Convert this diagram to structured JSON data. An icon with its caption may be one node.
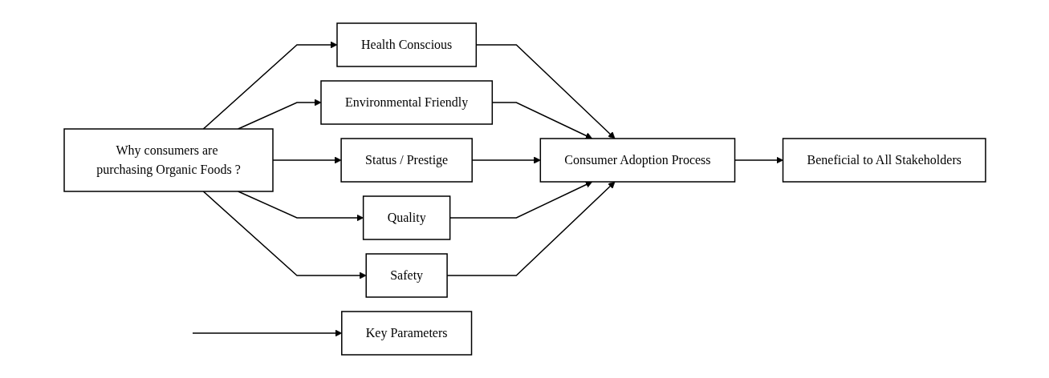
{
  "diagram": {
    "nodes": [
      {
        "text": [
          "Why consumers are purchasing Organic Foods ?"
        ]
      },
      {
        "text": [
          "Health Conscious"
        ]
      },
      {
        "text": [
          "Environmental Friendly"
        ]
      },
      {
        "text": [
          "Status / Prestige"
        ]
      },
      {
        "text": [
          "Quality"
        ]
      },
      {
        "text": [
          "Safety"
        ]
      },
      {
        "text": [
          "Consumer Adoption Process"
        ]
      },
      {
        "text": [
          "Beneficial to All Stakeholders"
        ]
      },
      {
        "text": [
          "Key Parameters"
        ]
      }
    ],
    "edges": [
      {
        "from": 0,
        "to": 1,
        "arrow": "to"
      },
      {
        "from": 0,
        "to": 2,
        "arrow": "to"
      },
      {
        "from": 0,
        "to": 3,
        "arrow": "to"
      },
      {
        "from": 0,
        "to": 4,
        "arrow": "to"
      },
      {
        "from": 0,
        "to": 5,
        "arrow": "to"
      },
      {
        "from": 1,
        "to": 6,
        "arrow": "to"
      },
      {
        "from": 2,
        "to": 6,
        "arrow": "to"
      },
      {
        "from": 3,
        "to": 6,
        "arrow": "to"
      },
      {
        "from": 4,
        "to": 6,
        "arrow": "to"
      },
      {
        "from": 5,
        "to": 6,
        "arrow": "to"
      },
      {
        "from": 6,
        "to": 7,
        "arrow": "to"
      },
      {
        "from": null,
        "to": 8,
        "arrow": "to"
      }
    ]
  }
}
